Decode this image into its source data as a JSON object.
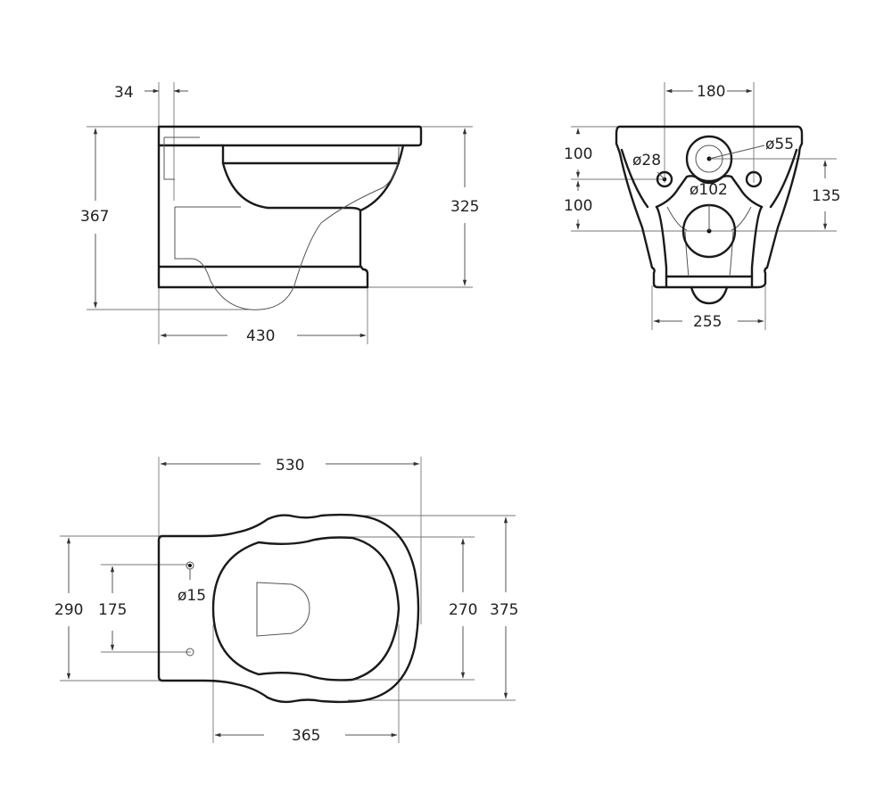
{
  "drawing": {
    "title": "Wall-hung toilet technical drawing",
    "units": "mm",
    "side_view": {
      "labels": {
        "wall_offset": "34",
        "total_height": "367",
        "body_height": "325",
        "depth": "430"
      }
    },
    "rear_view": {
      "labels": {
        "bolt_spacing": "180",
        "upper_offset": "100",
        "lower_offset": "100",
        "inlet_to_outlet": "135",
        "bolt_hole_diameter": "ø28",
        "inlet_diameter": "ø55",
        "outlet_diameter": "ø102",
        "base_width": "255"
      }
    },
    "top_view": {
      "labels": {
        "total_length": "530",
        "rear_width": "290",
        "fixing_spacing": "175",
        "fixing_hole_diameter": "ø15",
        "bowl_inner_width": "270",
        "total_width": "375",
        "bowl_length": "365"
      }
    }
  }
}
